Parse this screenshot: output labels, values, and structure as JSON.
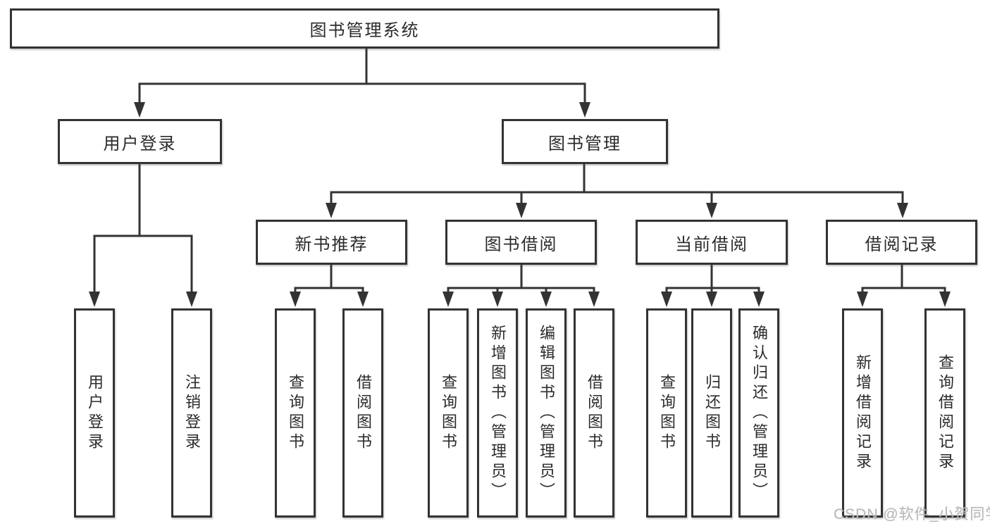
{
  "root_label": "图书管理系统",
  "level2": {
    "user_login": "用户登录",
    "book_management": "图书管理"
  },
  "level3": {
    "new_book_recommend": "新书推荐",
    "book_borrow": "图书借阅",
    "current_borrow": "当前借阅",
    "borrow_records": "借阅记录"
  },
  "leaves": {
    "user_login": "用户登录",
    "logout": "注销登录",
    "nb_query_books": "查询图书",
    "nb_borrow_books": "借阅图书",
    "bb_query_books": "查询图书",
    "bb_add_books": "新增图书（管理员）",
    "bb_edit_books": "编辑图书（管理员）",
    "bb_borrow_books": "借阅图书",
    "cb_query_books": "查询图书",
    "cb_return_books": "归还图书",
    "cb_confirm_return": "确认归还（管理员）",
    "br_add_record": "新增借阅记录",
    "br_query_record": "查询借阅记录"
  },
  "watermark": "CSDN @软件_小贺同学",
  "colors": {
    "line": "#333333",
    "text": "#2b2b2b",
    "background": "#ffffff",
    "watermark": "#b9b9b9"
  }
}
